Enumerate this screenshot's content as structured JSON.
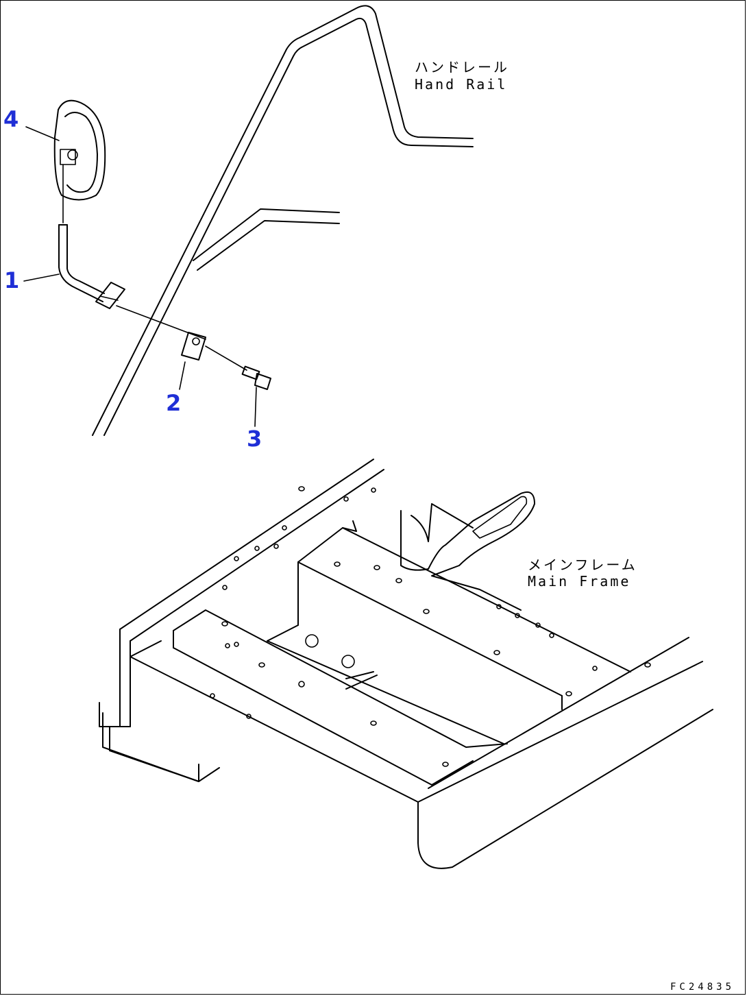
{
  "callouts": {
    "c1": "1",
    "c2": "2",
    "c3": "3",
    "c4": "4"
  },
  "labels": {
    "hand_rail_jp": "ハンドレール",
    "hand_rail_en": "Hand Rail",
    "main_frame_jp": "メインフレーム",
    "main_frame_en": "Main Frame"
  },
  "figure_code": "FC24835",
  "colors": {
    "callout": "#1f2fd6",
    "line": "#000000",
    "background": "#ffffff"
  }
}
